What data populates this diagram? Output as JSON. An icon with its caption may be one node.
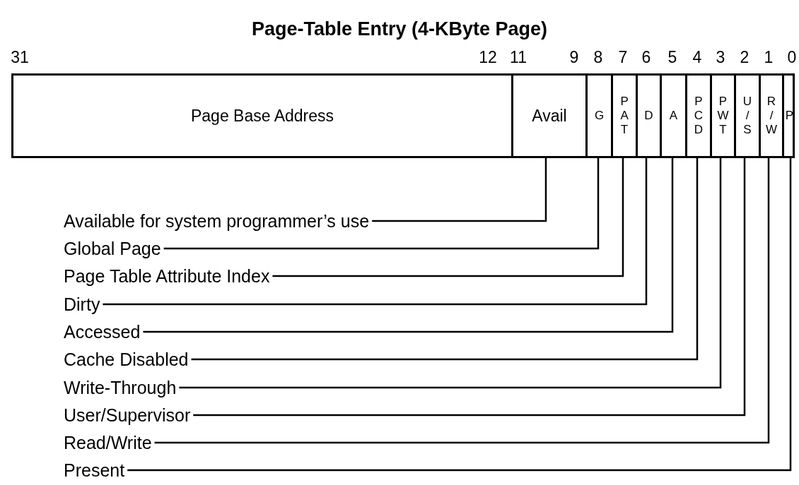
{
  "diagram": {
    "title": "Page-Table Entry (4-KByte Page)",
    "nodes": [
      {
        "text": [
          "Page Base Address"
        ]
      },
      {
        "text": [
          "Avail"
        ]
      },
      {
        "text": [
          "G"
        ]
      },
      {
        "text": [
          "P A T"
        ]
      },
      {
        "text": [
          "D"
        ]
      },
      {
        "text": [
          "A"
        ]
      },
      {
        "text": [
          "P C D"
        ]
      },
      {
        "text": [
          "P W T"
        ]
      },
      {
        "text": [
          "U / S"
        ]
      },
      {
        "text": [
          "R / W"
        ]
      },
      {
        "text": [
          "P"
        ]
      },
      {
        "text": [
          "Available for system programmer’s use"
        ]
      },
      {
        "text": [
          "Global Page"
        ]
      },
      {
        "text": [
          "Page Table Attribute Index"
        ]
      },
      {
        "text": [
          "Dirty"
        ]
      },
      {
        "text": [
          "Accessed"
        ]
      },
      {
        "text": [
          "Cache Disabled"
        ]
      },
      {
        "text": [
          "Write-Through"
        ]
      },
      {
        "text": [
          "User/Supervisor"
        ]
      },
      {
        "text": [
          "Read/Write"
        ]
      },
      {
        "text": [
          "Present"
        ]
      }
    ],
    "edges": [
      {
        "from": 11,
        "to": 1,
        "arrow": "none"
      },
      {
        "from": 12,
        "to": 2,
        "arrow": "none"
      },
      {
        "from": 13,
        "to": 3,
        "arrow": "none"
      },
      {
        "from": 14,
        "to": 4,
        "arrow": "none"
      },
      {
        "from": 15,
        "to": 5,
        "arrow": "none"
      },
      {
        "from": 16,
        "to": 6,
        "arrow": "none"
      },
      {
        "from": 17,
        "to": 7,
        "arrow": "none"
      },
      {
        "from": 18,
        "to": 8,
        "arrow": "none"
      },
      {
        "from": 19,
        "to": 9,
        "arrow": "none"
      },
      {
        "from": 20,
        "to": 10,
        "arrow": "none"
      }
    ],
    "labels": [
      "31",
      "12",
      "11",
      "9",
      "8",
      "7",
      "6",
      "5",
      "4",
      "3",
      "2",
      "1",
      "0"
    ]
  }
}
